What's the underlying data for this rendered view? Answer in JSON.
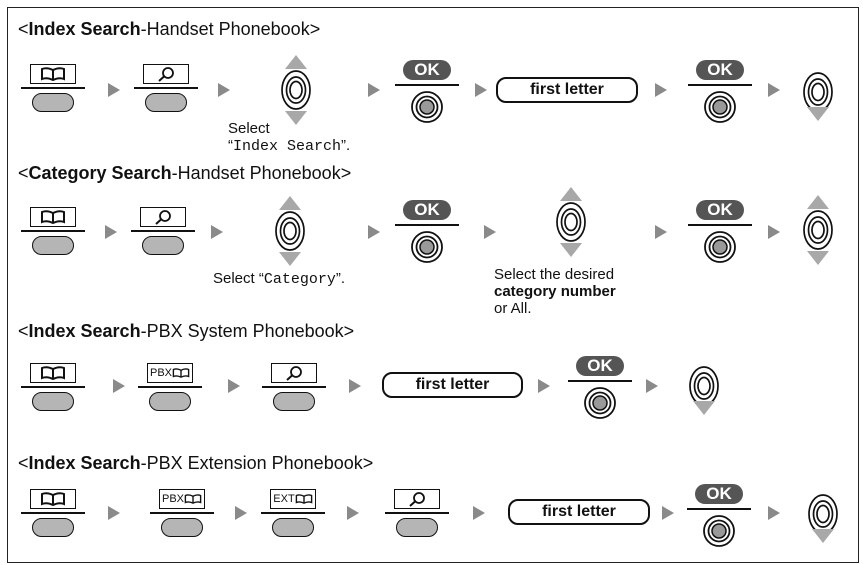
{
  "sections": [
    {
      "open": "<",
      "bold": "Index Search",
      "rest": "-Handset Phonebook>"
    },
    {
      "open": "<",
      "bold": "Category Search",
      "rest": "-Handset Phonebook>"
    },
    {
      "open": "<",
      "bold": "Index Search",
      "rest": "-PBX System Phonebook>"
    },
    {
      "open": "<",
      "bold": "Index Search",
      "rest": "-PBX Extension Phonebook>"
    }
  ],
  "keys": {
    "pbx": "PBX",
    "ext": "EXT"
  },
  "ok_label": "OK",
  "first_letter": "first letter",
  "notes": {
    "n1_line1": "Select",
    "n1_q1": "“",
    "n1_code": "Index Search",
    "n1_q2": "”.",
    "n2_pre": "Select “",
    "n2_code": "Category",
    "n2_post": "”.",
    "n3_line1": "Select the desired",
    "n3_line2": "category number",
    "n3_line3": "or All."
  }
}
